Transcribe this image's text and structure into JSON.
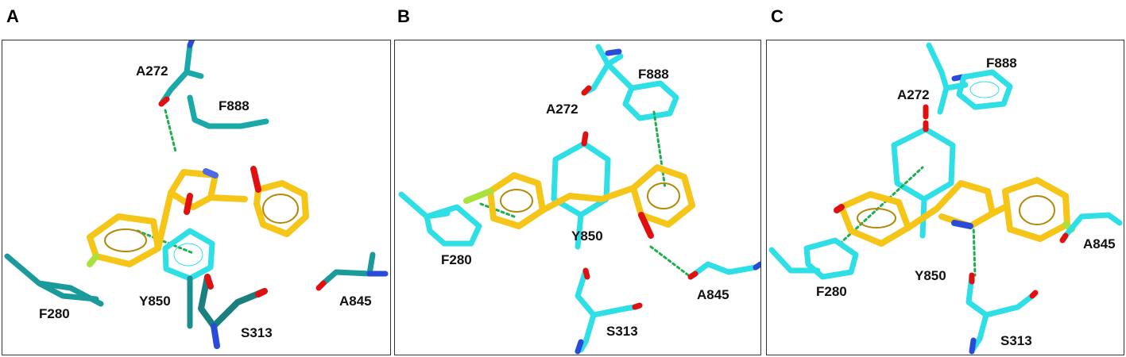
{
  "panels": [
    {
      "letter": "A",
      "residues": {
        "a272": "A272",
        "f888": "F888",
        "f280": "F280",
        "y850": "Y850",
        "s313": "S313",
        "a845": "A845"
      }
    },
    {
      "letter": "B",
      "residues": {
        "a272": "A272",
        "f888": "F888",
        "f280": "F280",
        "y850": "Y850",
        "s313": "S313",
        "a845": "A845"
      }
    },
    {
      "letter": "C",
      "residues": {
        "a272": "A272",
        "f888": "F888",
        "f280": "F280",
        "y850": "Y850",
        "s313": "S313",
        "a845": "A845"
      }
    }
  ],
  "colors": {
    "ligand": "#f5c518",
    "ligand_dark": "#d9a40c",
    "residue_light": "#2ee0e6",
    "residue_dark": "#1a8f8f",
    "oxygen": "#e01010",
    "nitrogen": "#2a4ad8",
    "fluorine": "#a8e23a",
    "hbond": "#1fae4e"
  }
}
